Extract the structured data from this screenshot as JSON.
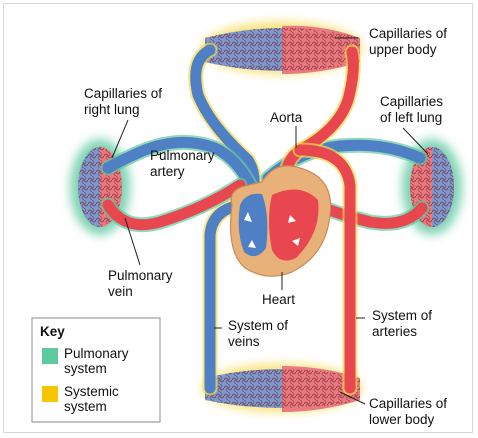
{
  "labels": {
    "cap_upper_1": "Capillaries of",
    "cap_upper_2": "upper body",
    "cap_right_1": "Capillaries of",
    "cap_right_2": "right lung",
    "cap_left_1": "Capillaries",
    "cap_left_2": "of left lung",
    "aorta": "Aorta",
    "pulm_artery_1": "Pulmonary",
    "pulm_artery_2": "artery",
    "pulm_vein_1": "Pulmonary",
    "pulm_vein_2": "vein",
    "heart": "Heart",
    "sys_veins_1": "System of",
    "sys_veins_2": "veins",
    "sys_arteries_1": "System of",
    "sys_arteries_2": "arteries",
    "cap_lower_1": "Capillaries of",
    "cap_lower_2": "lower body"
  },
  "key": {
    "title": "Key",
    "items": [
      {
        "line1": "Pulmonary",
        "line2": "system",
        "color": "#5fc9a0"
      },
      {
        "line1": "Systemic",
        "line2": "system",
        "color": "#f7c600"
      }
    ]
  },
  "colors": {
    "artery": "#e8474f",
    "vein": "#4f7fc4",
    "heart": "#e9b17a"
  }
}
